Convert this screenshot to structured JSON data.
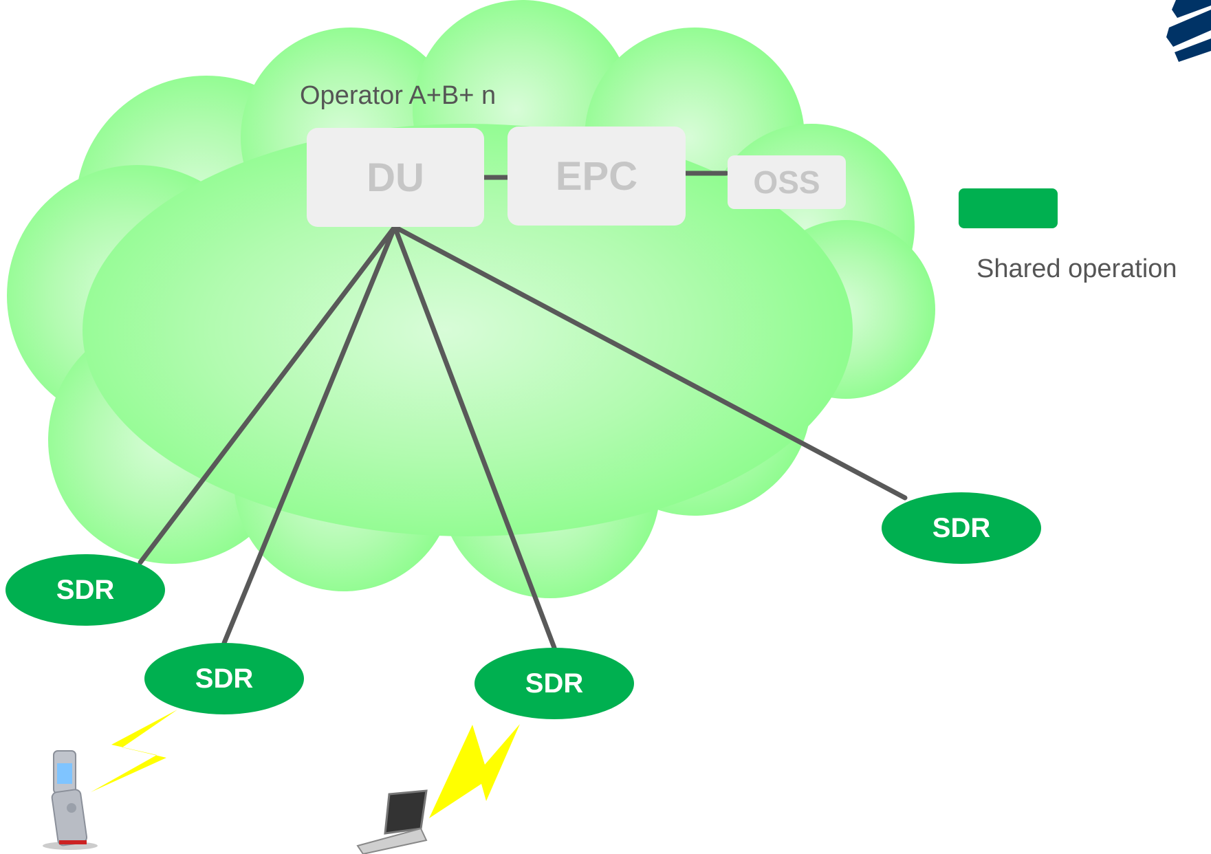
{
  "network": {
    "operator_label": "Operator A+B+ n",
    "du_label": "DU",
    "epc_label": "EPC",
    "oss_label": "OSS",
    "sdr_label": "SDR"
  },
  "legend": {
    "label": "Shared operation",
    "swatch_color": "#00b050"
  },
  "colors": {
    "cloud_edge": "#8cfc8c",
    "cloud_center": "#d8fcd8",
    "node_box": "#efefef",
    "node_text": "#c6c6c6",
    "link_line": "#595959",
    "sdr_fill": "#00b050",
    "lightning": "#ffff00",
    "logo": "#003366"
  },
  "icons": [
    "cloud-icon",
    "lightning-icon",
    "mobile-phone-icon",
    "laptop-icon",
    "logo-icon"
  ]
}
